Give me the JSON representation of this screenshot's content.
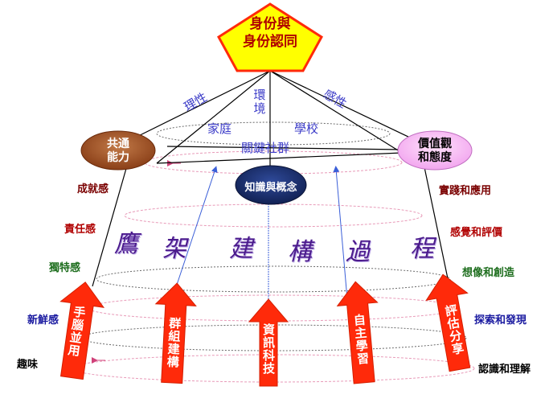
{
  "identity": "身份與\n身份認同",
  "identity_line1": "身份與",
  "identity_line2": "身份認同",
  "left_node": {
    "line1": "共通",
    "line2": "能力"
  },
  "right_node": {
    "line1": "價值觀",
    "line2": "和態度"
  },
  "center_node": "知識與概念",
  "triangle": {
    "rational": "理性",
    "emotional": "感性",
    "environment": "環境",
    "family": "家庭",
    "school": "學校",
    "community": "關鍵社群"
  },
  "scaffold_title": [
    "鷹",
    "架",
    "建",
    "構",
    "過",
    "程"
  ],
  "left_labels": [
    "成就感",
    "責任感",
    "獨特感",
    "新鮮感",
    "趣味"
  ],
  "right_labels": [
    "實踐和應用",
    "感覺和評價",
    "想像和創造",
    "探索和發現",
    "認識和理解"
  ],
  "arrows": [
    "手腦並用",
    "群組建構",
    "資訊科技",
    "自主學習",
    "評估分享"
  ],
  "colors": {
    "pentagon_fill": "#ffff00",
    "pentagon_border": "#ff0000",
    "left_node": "#9c4e22",
    "right_node": "#f6b8f4",
    "center_node": "#1b2f6e",
    "arrow": "#ff2a0a",
    "title_text": "#4b1a8c"
  }
}
